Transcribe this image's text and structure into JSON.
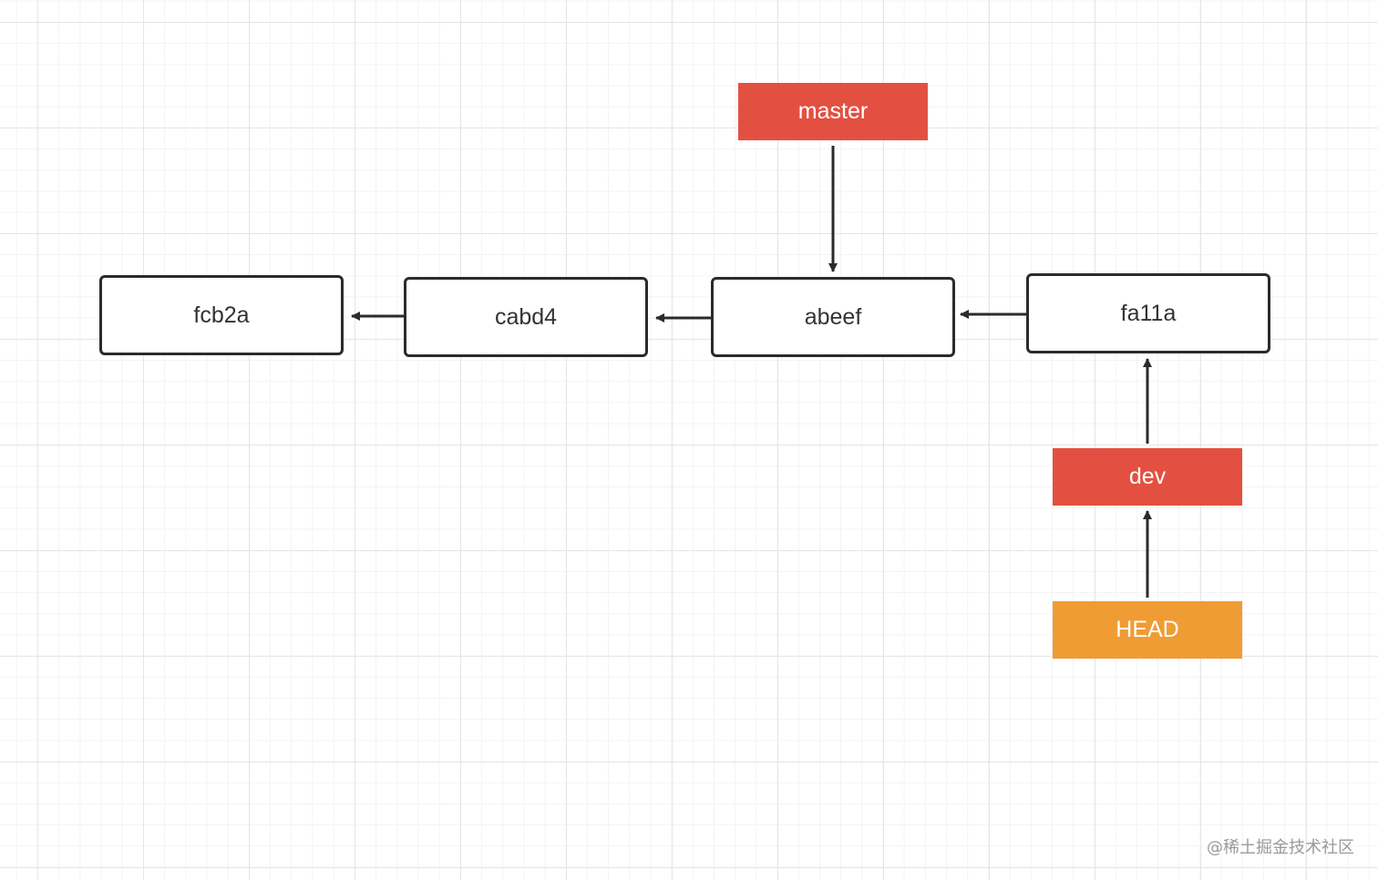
{
  "commits": [
    {
      "id": "fcb2a"
    },
    {
      "id": "cabd4"
    },
    {
      "id": "abeef"
    },
    {
      "id": "fa11a"
    }
  ],
  "refs": {
    "master": {
      "label": "master",
      "points_to": "abeef",
      "color": "#e35041"
    },
    "dev": {
      "label": "dev",
      "points_to": "fa11a",
      "color": "#e35041"
    },
    "head": {
      "label": "HEAD",
      "points_to": "dev",
      "color": "#f09c34"
    }
  },
  "watermark": "@稀土掘金技术社区"
}
